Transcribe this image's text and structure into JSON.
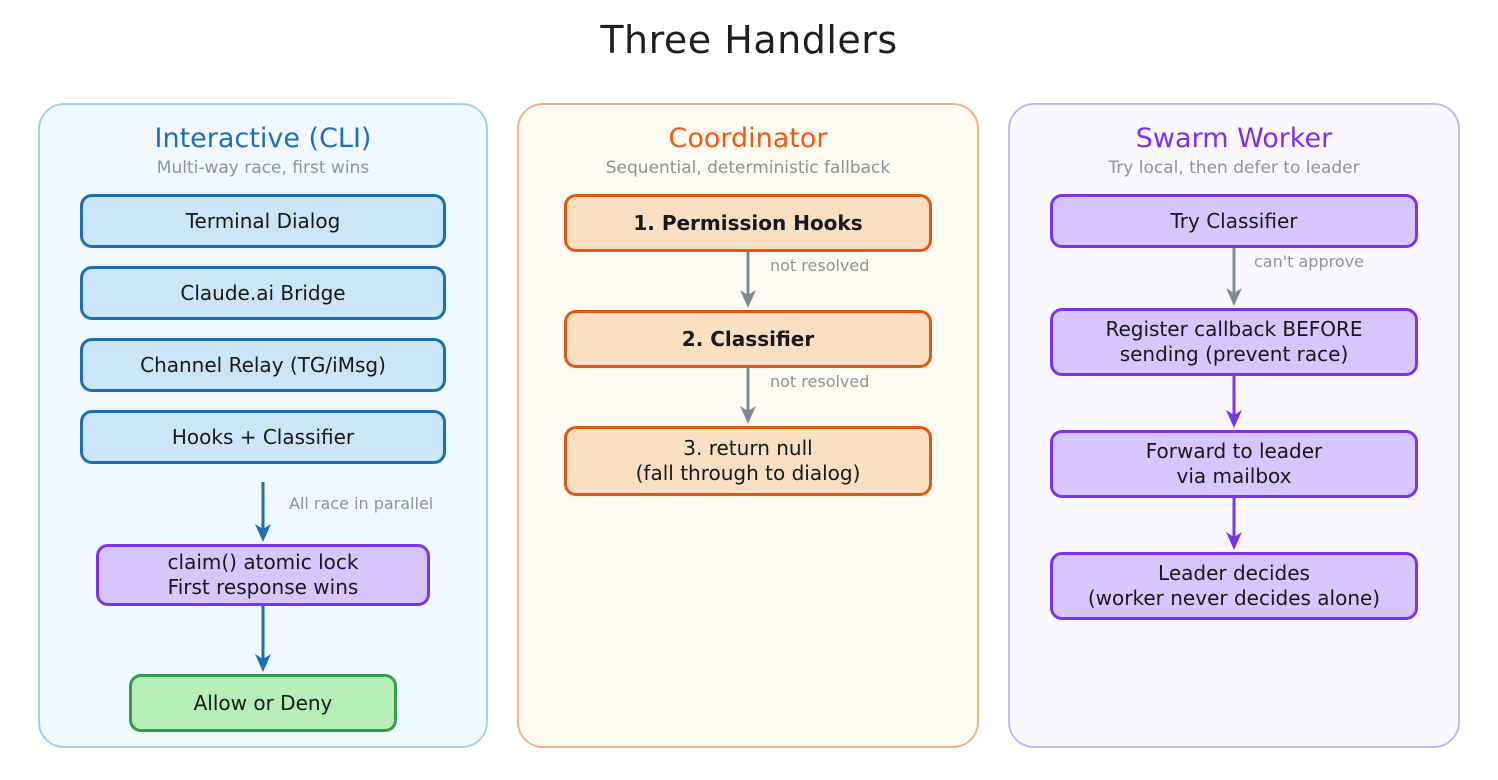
{
  "title": "Three Handlers",
  "colors": {
    "blue_border": "#1d6fb5",
    "blue_fill": "#cbe6f9",
    "orange_border": "#e1580f",
    "orange_fill": "#fbdfc2",
    "purple_border": "#7c33ed",
    "purple_fill": "#d6c6fb",
    "green_border": "#2f9d4c",
    "green_fill": "#b7eeb7",
    "gray_label": "#8b949b"
  },
  "panels": [
    {
      "key": "interactive",
      "title": "Interactive (CLI)",
      "subtitle": "Multi-way race, first wins",
      "nodes": [
        {
          "label": "Terminal Dialog",
          "style": "blue"
        },
        {
          "label": "Claude.ai Bridge",
          "style": "blue"
        },
        {
          "label": "Channel Relay (TG/iMsg)",
          "style": "blue"
        },
        {
          "label": "Hooks + Classifier",
          "style": "blue"
        },
        {
          "label_line1": "claim() atomic lock",
          "label_line2": "First response wins",
          "style": "purple"
        },
        {
          "label": "Allow or Deny",
          "style": "green"
        }
      ],
      "edges": [
        {
          "label": "All race in parallel",
          "color": "#1d6fb5"
        },
        {
          "label": "",
          "color": "#1d6fb5"
        }
      ]
    },
    {
      "key": "coordinator",
      "title": "Coordinator",
      "subtitle": "Sequential, deterministic fallback",
      "nodes": [
        {
          "label": "1. Permission Hooks",
          "style": "orange"
        },
        {
          "label": "2. Classifier",
          "style": "orange"
        },
        {
          "label_line1": "3. return null",
          "label_line2": "(fall through to dialog)",
          "style": "orange"
        }
      ],
      "edges": [
        {
          "label": "not resolved",
          "color": "#808c95"
        },
        {
          "label": "not resolved",
          "color": "#808c95"
        }
      ]
    },
    {
      "key": "swarm",
      "title": "Swarm Worker",
      "subtitle": "Try local, then defer to leader",
      "nodes": [
        {
          "label": "Try Classifier",
          "style": "purple"
        },
        {
          "label_line1": "Register callback BEFORE",
          "label_line2": "sending (prevent race)",
          "style": "purple"
        },
        {
          "label_line1": "Forward to leader",
          "label_line2": "via mailbox",
          "style": "purple"
        },
        {
          "label_line1": "Leader decides",
          "label_line2": "(worker never decides alone)",
          "style": "purple"
        }
      ],
      "edges": [
        {
          "label": "can't approve",
          "color": "#808c95"
        },
        {
          "label": "",
          "color": "#7c33ed"
        },
        {
          "label": "",
          "color": "#7c33ed"
        }
      ]
    }
  ]
}
